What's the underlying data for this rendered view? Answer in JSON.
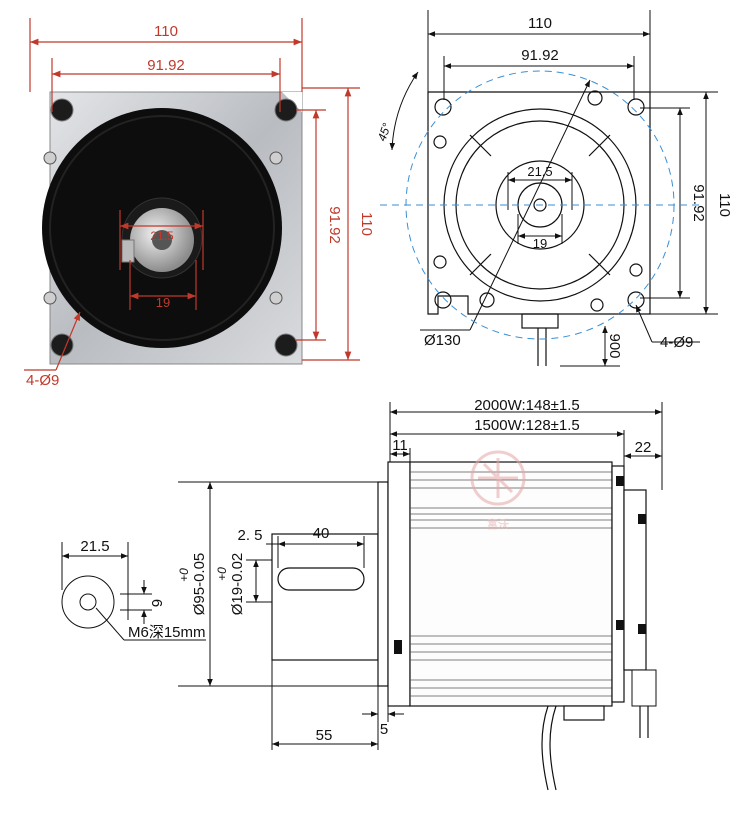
{
  "photo_view": {
    "width": "110",
    "bolt_span": "91.92",
    "height": "110",
    "height_bolt": "91.92",
    "shaft_flat": "21.5",
    "shaft_dia": "19",
    "holes": "4-Ø9"
  },
  "front_view": {
    "width": "110",
    "bolt_span": "91.92",
    "height": "110",
    "height_bolt": "91.92",
    "shaft_flat": "21.5",
    "shaft_dia": "19",
    "angle": "45°",
    "pcd": "Ø130",
    "cable_length": "900",
    "holes": "4-Ø9"
  },
  "side_view": {
    "length_2000w": "2000W:148±1.5",
    "length_1500w": "1500W:128±1.5",
    "flange": "11",
    "rear": "22",
    "key_offset": "2. 5",
    "key_length": "40",
    "pilot_tol": "+0",
    "pilot": "Ø95-0.05",
    "shaft_tol": "+0",
    "shaft": "Ø19-0.02",
    "shaft_length": "55",
    "flange_thk": "5"
  },
  "end_view": {
    "width": "21.5",
    "key": "6",
    "thread": "M6深15mm"
  },
  "watermark": {
    "text": "富沃"
  },
  "colors": {
    "red_dim": "#c0392b",
    "metal": "#cfd2d6",
    "black": "#0d0d0d"
  }
}
